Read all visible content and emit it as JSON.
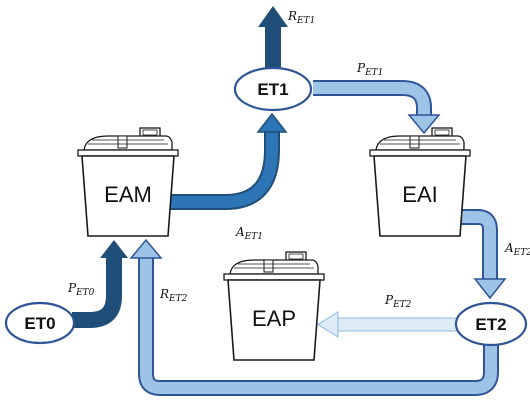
{
  "diagram": {
    "colors": {
      "dark_flow": "#1f4e79",
      "medium_flow": "#2e75b6",
      "light_flow": "#9dc3e6",
      "pale_flow": "#deebf7",
      "node_border": "#2f5597",
      "tank_stroke": "#1a1a1a"
    },
    "tanks": {
      "eam": "EAM",
      "eai": "EAI",
      "eap": "EAP"
    },
    "nodes": {
      "et0": "ET0",
      "et1": "ET1",
      "et2": "ET2"
    },
    "flows": {
      "r_et1": {
        "base": "R",
        "sub": "ET1"
      },
      "p_et1": {
        "base": "P",
        "sub": "ET1"
      },
      "a_et1": {
        "base": "A",
        "sub": "ET1"
      },
      "a_et2": {
        "base": "A",
        "sub": "ET2"
      },
      "p_et0": {
        "base": "P",
        "sub": "ET0"
      },
      "r_et2": {
        "base": "R",
        "sub": "ET2"
      },
      "p_et2": {
        "base": "P",
        "sub": "ET2"
      }
    }
  }
}
